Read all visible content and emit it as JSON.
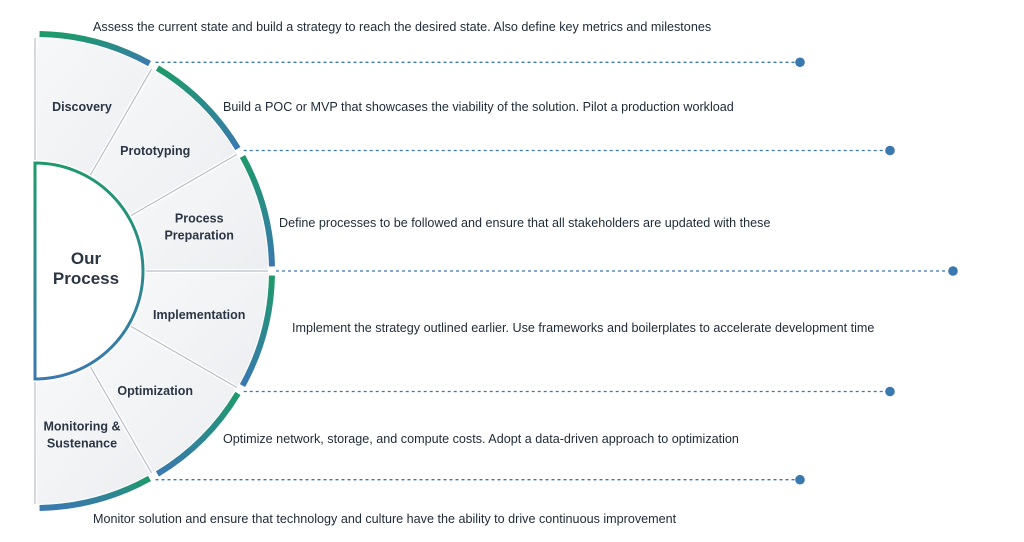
{
  "center": {
    "lines": [
      "Our",
      "Process"
    ]
  },
  "stages": [
    {
      "id": "discovery",
      "label_lines": [
        "Discovery"
      ],
      "description": "Assess the current state and build a strategy to reach the desired state. Also define key metrics and milestones"
    },
    {
      "id": "prototyping",
      "label_lines": [
        "Prototyping"
      ],
      "description": "Build a POC or MVP that showcases the viability of the solution. Pilot a production workload"
    },
    {
      "id": "process-preparation",
      "label_lines": [
        "Process",
        "Preparation"
      ],
      "description": "Define processes to be followed and ensure that all stakeholders are updated with these"
    },
    {
      "id": "implementation",
      "label_lines": [
        "Implementation"
      ],
      "description": "Implement the strategy outlined earlier. Use frameworks and boilerplates to accelerate development time"
    },
    {
      "id": "optimization",
      "label_lines": [
        "Optimization"
      ],
      "description": "Optimize network, storage, and compute costs. Adopt a data-driven approach to optimization"
    },
    {
      "id": "monitoring-sustenance",
      "label_lines": [
        "Monitoring &",
        "Sustenance"
      ],
      "description": "Monitor solution and ensure that technology and culture have the ability to drive continuous improvement"
    }
  ],
  "colors": {
    "green": "#1e9a6a",
    "blue": "#3a78b0",
    "text": "#2b3544",
    "segment_fill": "#f3f4f6",
    "divider": "#b9bec6",
    "dot": "#3a78b0"
  }
}
